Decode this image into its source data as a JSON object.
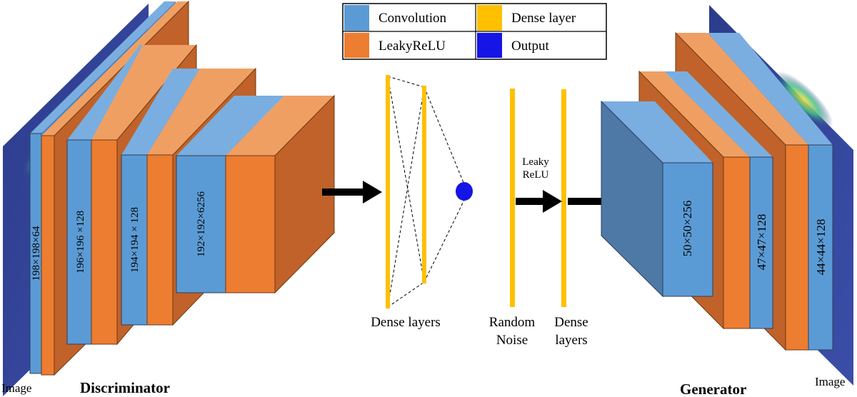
{
  "legend": {
    "convolution": {
      "label": "Convolution",
      "color": "#5b9bd5"
    },
    "leakyrelu": {
      "label": "LeakyReLU",
      "color": "#ed7d31"
    },
    "dense": {
      "label": "Dense layer",
      "color": "#ffc000"
    },
    "output": {
      "label": "Output",
      "color": "#1515e6"
    }
  },
  "discriminator": {
    "title": "Discriminator",
    "input_label": "Image",
    "layers": [
      "198×198×64",
      "196×196 ×128",
      "194×194 × 128",
      "192×192×6256"
    ]
  },
  "dense_block": {
    "label": "Dense layers"
  },
  "generator_input": {
    "noise_label_line1": "Random",
    "noise_label_line2": "Noise",
    "activation_line1": "Leaky",
    "activation_line2": "ReLU",
    "dense_line1": "Dense",
    "dense_line2": "layers"
  },
  "generator": {
    "title": "Generator",
    "output_label": "Image",
    "layers": [
      "50×50×256",
      "47×47×128",
      "44×44×128"
    ]
  }
}
